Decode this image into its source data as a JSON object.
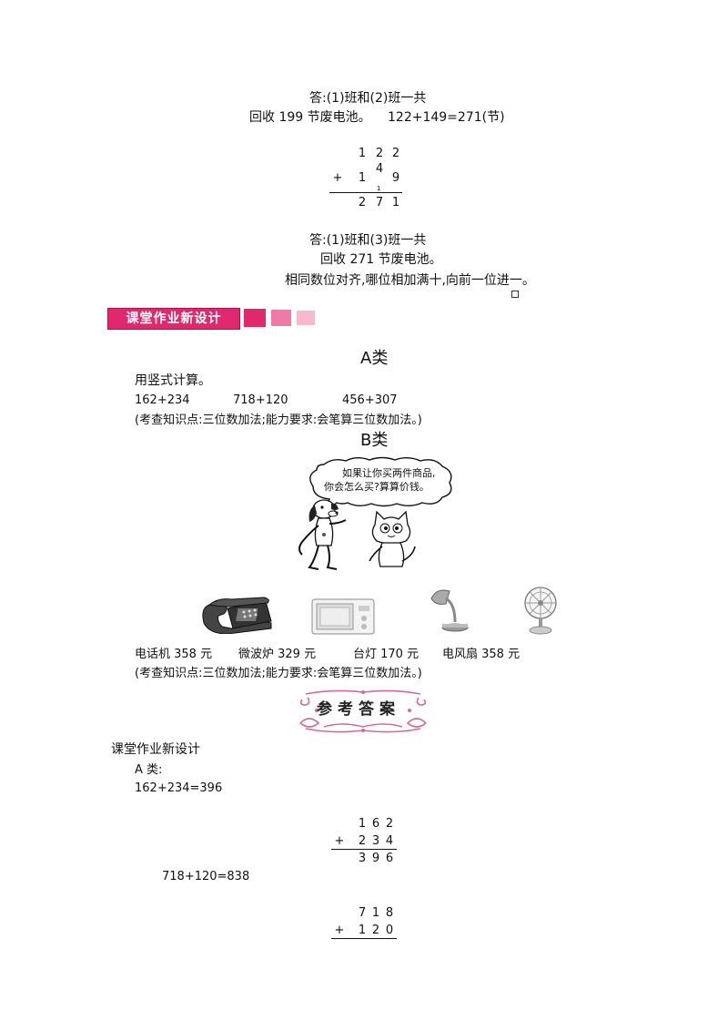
{
  "part1": {
    "ans1_line1": "答:(1)班和(2)班一共",
    "ans1_line2": "回收 199 节废电池。",
    "eq1": "122+149=271(节)",
    "calc1": {
      "top": [
        "1",
        "2",
        "2"
      ],
      "plus": "+",
      "mid": [
        "1",
        "4",
        "9"
      ],
      "carry_small": "1",
      "result": [
        "2",
        "7",
        "1"
      ]
    },
    "ans2_line1": "答:(1)班和(3)班一共",
    "ans2_line2": "回收 271 节废电池。",
    "rule": "相同数位对齐,哪位相加满十,向前一位进一。"
  },
  "banner": {
    "title": "课堂作业新设计",
    "colors": [
      "#e0286e",
      "#ef7aa6",
      "#f6b9d0"
    ]
  },
  "section_a": {
    "title": "A类",
    "instruction": "用竖式计算。",
    "problems": [
      "162+234",
      "718+120",
      "456+307"
    ],
    "note": "(考查知识点:三位数加法;能力要求:会笔算三位数加法。)"
  },
  "section_b": {
    "title": "B类",
    "bubble_line1": "如果让你买两件商品,",
    "bubble_line2": "你会怎么买?算算价钱。",
    "items": [
      {
        "name": "电话机 358 元",
        "icon": "telephone-icon"
      },
      {
        "name": "微波炉 329 元",
        "icon": "microwave-icon"
      },
      {
        "name": "台灯 170 元",
        "icon": "desk-lamp-icon"
      },
      {
        "name": "电风扇 358 元",
        "icon": "electric-fan-icon"
      }
    ],
    "note": "(考查知识点:三位数加法;能力要求:会笔算三位数加法。)"
  },
  "answers": {
    "header": "参考答案",
    "heading": "课堂作业新设计",
    "a_label": "A 类:",
    "eq1": "162+234=396",
    "calc1": {
      "top": [
        "1",
        "6",
        "2"
      ],
      "plus": "+",
      "mid": [
        "2",
        "3",
        "4"
      ],
      "result": [
        "3",
        "9",
        "6"
      ]
    },
    "eq2": "718+120=838",
    "calc2": {
      "top": [
        "7",
        "1",
        "8"
      ],
      "plus": "+",
      "mid": [
        "1",
        "2",
        "0"
      ]
    }
  }
}
